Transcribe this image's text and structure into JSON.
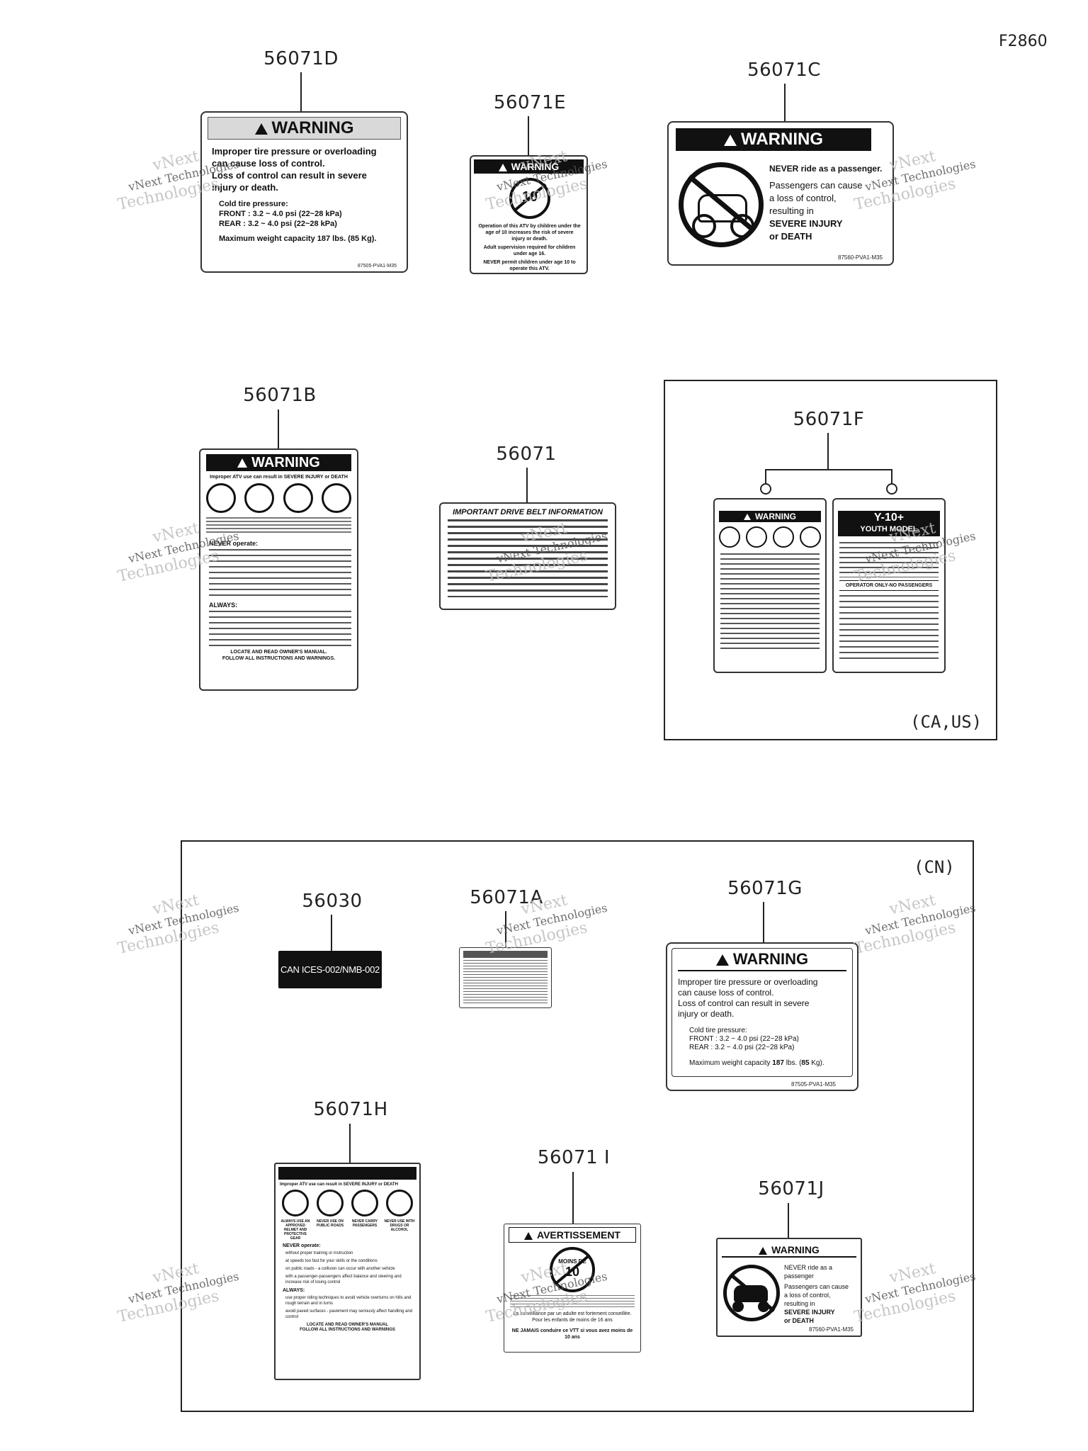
{
  "figure_id": "F2860",
  "regions": {
    "ca_us": "(CA,US)",
    "cn": "(CN)"
  },
  "watermark": {
    "line1": "vNext",
    "line2": "Technologies",
    "line3": "vNext Technologies"
  },
  "parts": {
    "p56071D": {
      "number": "56071D",
      "header": "WARNING",
      "lines": [
        "Improper tire pressure or overloading",
        "can cause loss of control.",
        "Loss of control can result in severe",
        "injury or death."
      ],
      "pressure_title": "Cold tire pressure:",
      "front": "FRONT : 3.2 ~ 4.0 psi (22~28 kPa)",
      "rear": "REAR   : 3.2 ~ 4.0 psi (22~28 kPa)",
      "capacity": "Maximum weight capacity 187 lbs. (85 Kg).",
      "code": "87505-PVA1-M35"
    },
    "p56071E": {
      "number": "56071E",
      "header": "WARNING",
      "badge": "10",
      "l1": "Operation of this ATV by children under the age of 10 increases the risk of severe injury or death.",
      "l2": "Adult supervision required for children under age 16.",
      "l3": "NEVER permit children under age 10 to operate this ATV."
    },
    "p56071C": {
      "number": "56071C",
      "header": "WARNING",
      "l1": "NEVER ride as a passenger.",
      "l2": "Passengers can cause",
      "l3": "a loss of control,",
      "l4": "resulting in",
      "l5": "SEVERE INJURY",
      "l6": "or DEATH",
      "code": "87560-PVA1-M35"
    },
    "p56071B": {
      "number": "56071B",
      "header": "WARNING",
      "intro": "Improper ATV use can result in SEVERE INJURY or DEATH",
      "never": "NEVER operate:",
      "always": "ALWAYS:",
      "footer1": "LOCATE AND READ OWNER'S MANUAL.",
      "footer2": "FOLLOW ALL INSTRUCTIONS AND WARNINGS."
    },
    "p56071": {
      "number": "56071",
      "title": "IMPORTANT DRIVE BELT INFORMATION"
    },
    "p56071F": {
      "number": "56071F",
      "left_header": "WARNING",
      "right_title": "Y-10+",
      "right_sub": "YOUTH MODEL",
      "right_b1": "OPERATOR ONLY-NO PASSENGERS"
    },
    "p56030": {
      "number": "56030",
      "text": "CAN ICES-002/NMB-002"
    },
    "p56071A": {
      "number": "56071A"
    },
    "p56071G": {
      "number": "56071G",
      "header": "WARNING",
      "l1": "Improper tire pressure or overloading",
      "l2": "can cause loss of control.",
      "l3": "Loss of control can result in severe",
      "l4": "injury or death.",
      "pressure_title": "Cold tire pressure:",
      "front": "FRONT : 3.2 ~ 4.0 psi (22~28 kPa)",
      "rear": "REAR   : 3.2 ~ 4.0 psi (22~28 kPa)",
      "capacity_pre": "Maximum weight capacity ",
      "capacity_lbs": "187",
      "capacity_mid": " lbs. (",
      "capacity_kg": "85",
      "capacity_post": " Kg).",
      "code": "87505-PVA1-M35"
    },
    "p56071H": {
      "number": "56071H",
      "intro": "Improper ATV use can result in SEVERE INJURY or DEATH",
      "icons": [
        "ALWAYS USE AN APPROVED HELMET AND PROTECTIVE GEAR",
        "NEVER USE ON PUBLIC ROADS",
        "NEVER CARRY PASSENGERS",
        "NEVER USE WITH DRUGS OR ALCOHOL"
      ],
      "never": "NEVER operate:",
      "never_items": [
        "without proper training or instruction",
        "at speeds too fast for your skills or the conditions",
        "on public roads - a collision can occur with another vehicle",
        "with a passenger-passengers affect balance and steering and increase risk of losing control"
      ],
      "always": "ALWAYS:",
      "always_items": [
        "use proper riding techniques to avoid vehicle overturns on hills and rough terrain and in turns",
        "avoid paved surfaces - pavement may seriously affect handling and control"
      ],
      "footer1": "LOCATE AND READ OWNER'S MANUAL",
      "footer2": "FOLLOW ALL INSTRUCTIONS AND WARNINGS"
    },
    "p56071I": {
      "number": "56071 I",
      "header": "AVERTISSEMENT",
      "badge1": "MOINS DE",
      "badge2": "10",
      "l1": "La surveillance par un adulte est fortement conseillée. Pour les enfants de moins de 16 ans",
      "l2": "NE JAMAIS conduire ce VTT si vous avez moins de 10 ans"
    },
    "p56071J": {
      "number": "56071J",
      "header": "WARNING",
      "l1": "NEVER ride as a passenger",
      "l2": "Passengers can cause",
      "l3": "a loss of control,",
      "l4": "resulting in",
      "l5": "SEVERE INJURY",
      "l6": "or DEATH",
      "code": "87560-PVA1-M35"
    }
  }
}
